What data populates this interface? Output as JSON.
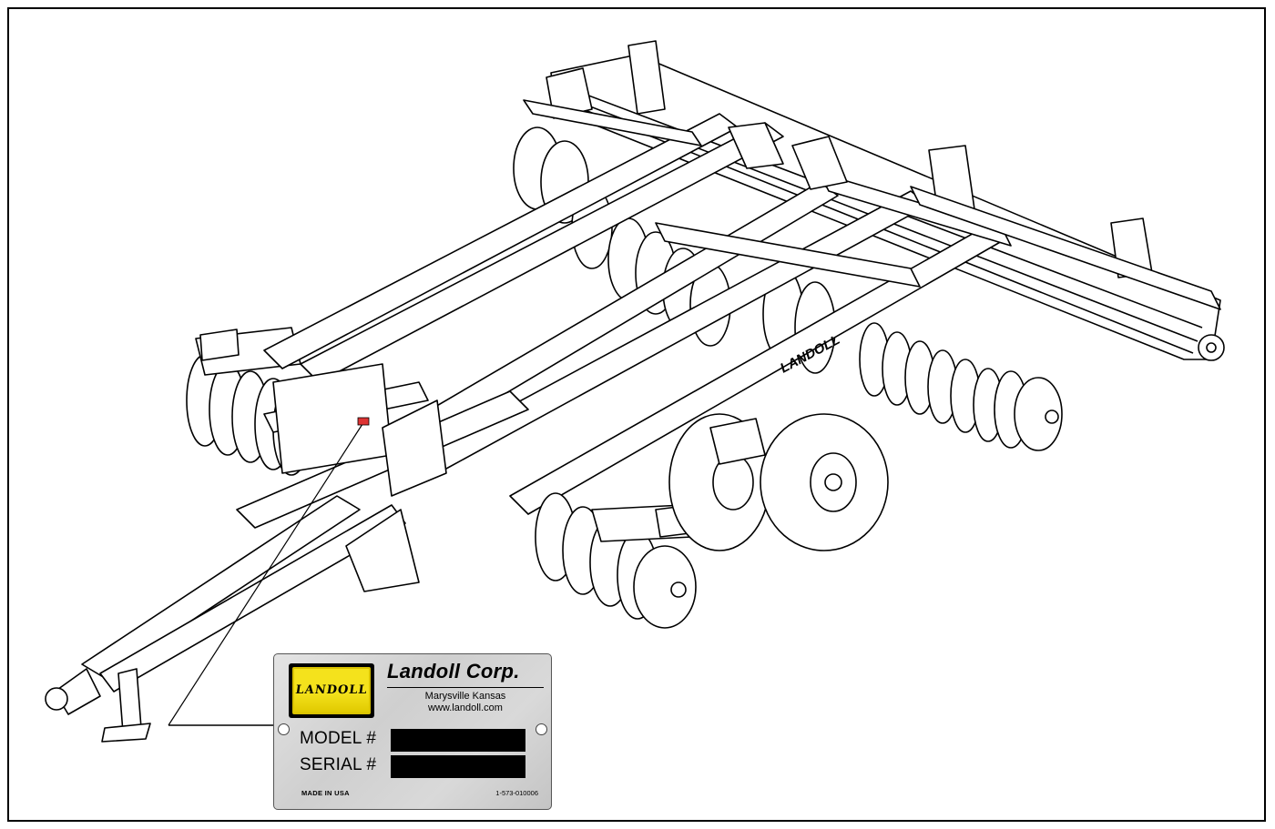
{
  "plate": {
    "logo_text": "LANDOLL",
    "company": "Landoll Corp.",
    "city": "Marysville Kansas",
    "website": "www.landoll.com",
    "model_label": "MODEL #",
    "serial_label": "SERIAL #",
    "origin": "MADE IN USA",
    "part_number": "1-573-010006"
  },
  "colors": {
    "logo_yellow": "#f4e21c",
    "plate_gray": "#d4d4d4",
    "line": "#000000"
  }
}
